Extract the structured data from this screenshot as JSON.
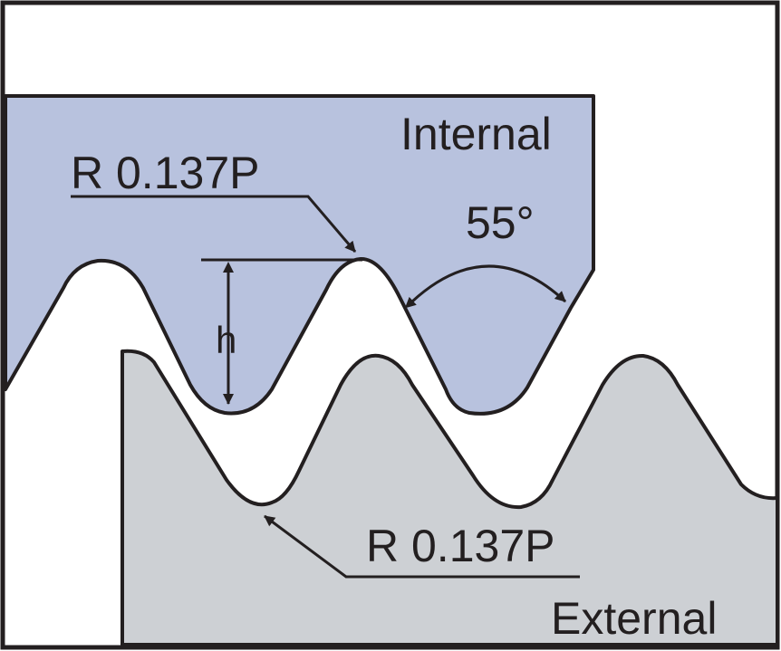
{
  "colors": {
    "internal_fill": "#b8c2de",
    "external_fill": "#cdd0d4",
    "stroke": "#231f20",
    "background": "#ffffff"
  },
  "labels": {
    "internal": "Internal",
    "external": "External",
    "radius_top": "R 0.137P",
    "radius_bottom": "R 0.137P",
    "angle": "55°",
    "height": "h"
  }
}
